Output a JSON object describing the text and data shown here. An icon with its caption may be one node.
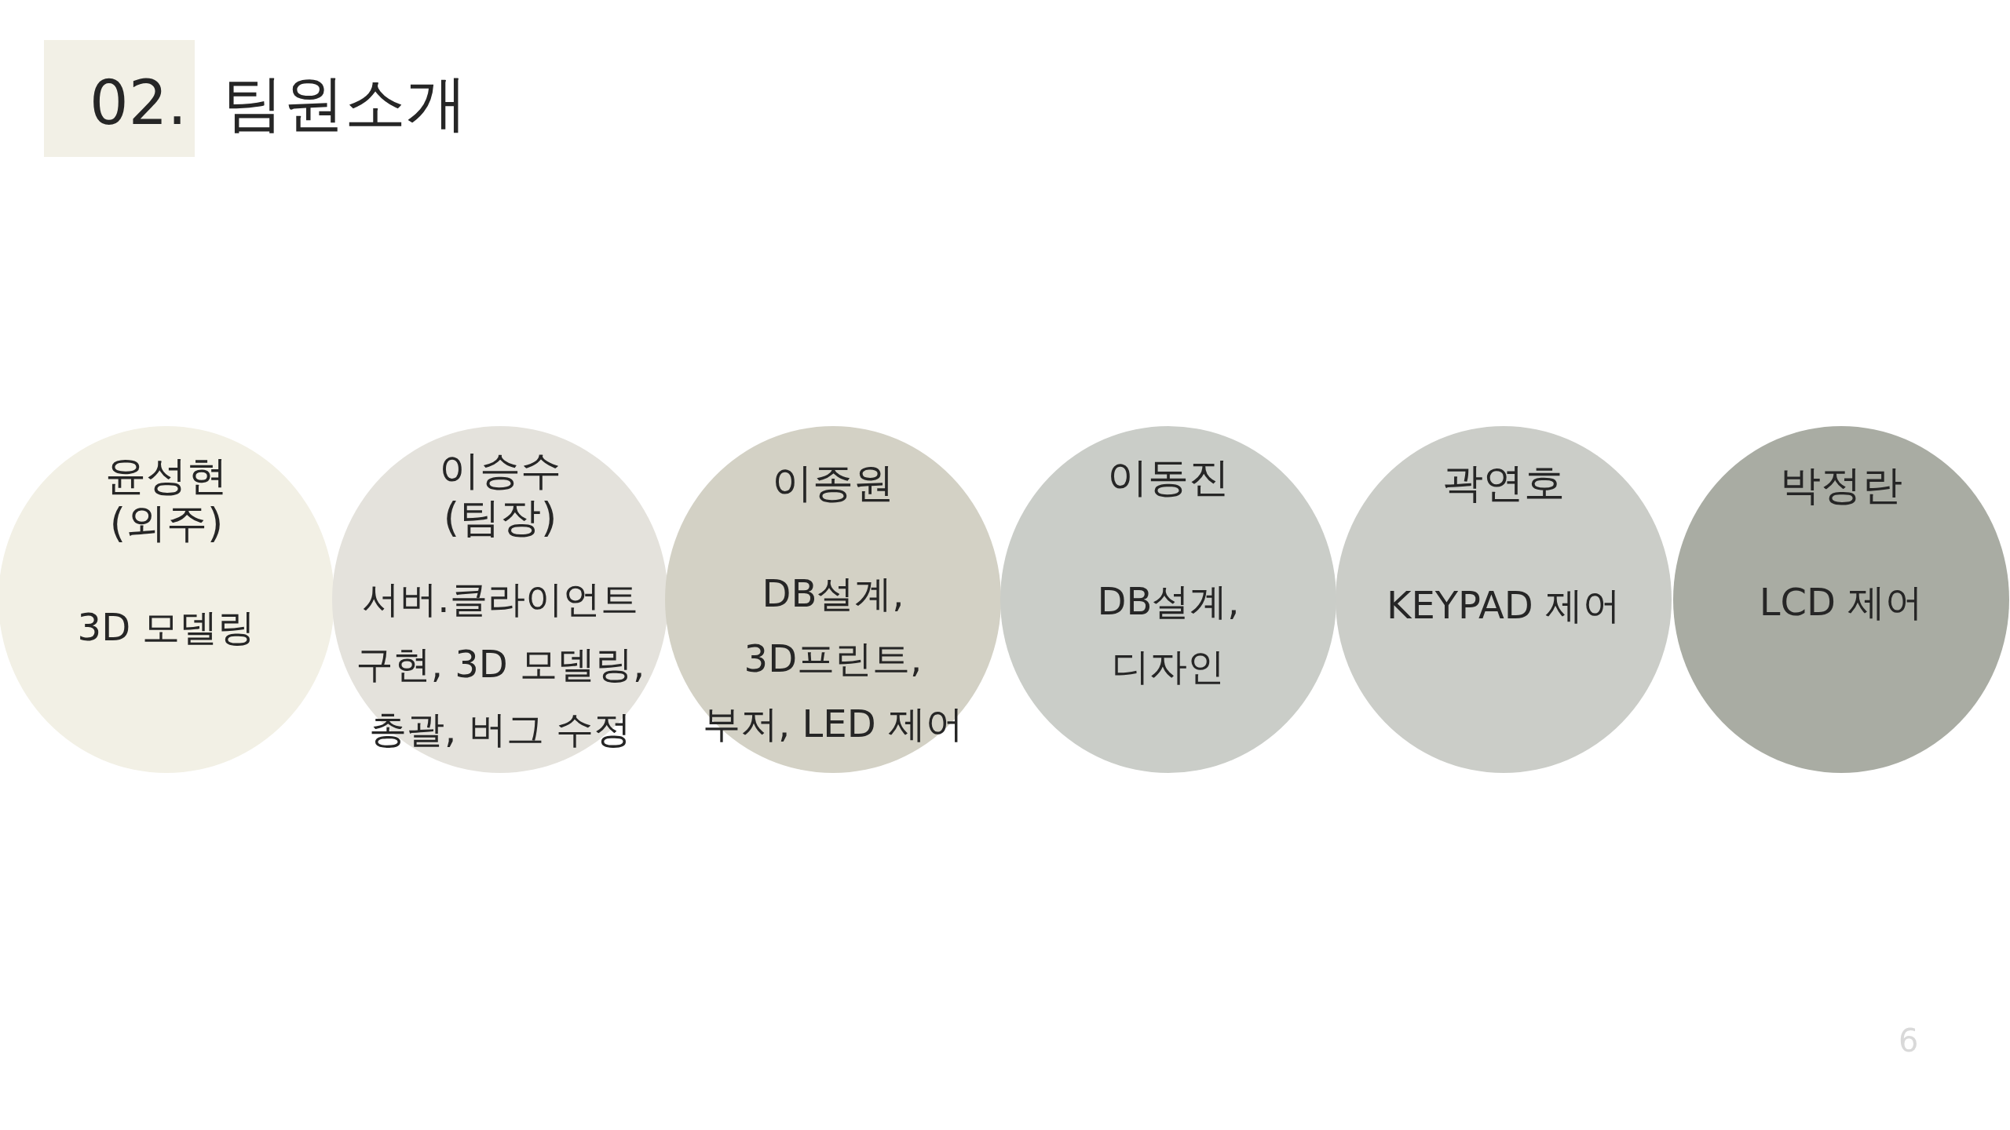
{
  "diagram": {
    "title": "02. 팀원소개",
    "nodes": [
      {
        "text": [
          "윤성현 (외주)",
          "3D 모델링"
        ]
      },
      {
        "text": [
          "이승수 (팀장)",
          "서버.클라이언트 구현, 3D 모델링, 총괄, 버그 수정"
        ]
      },
      {
        "text": [
          "이종원",
          "DB설계, 3D프린트, 부저, LED 제어"
        ]
      },
      {
        "text": [
          "이동진",
          "DB설계, 디자인"
        ]
      },
      {
        "text": [
          "곽연호",
          "KEYPAD 제어"
        ]
      },
      {
        "text": [
          "박정란",
          "LCD 제어"
        ]
      }
    ],
    "labels": [
      "6"
    ]
  }
}
